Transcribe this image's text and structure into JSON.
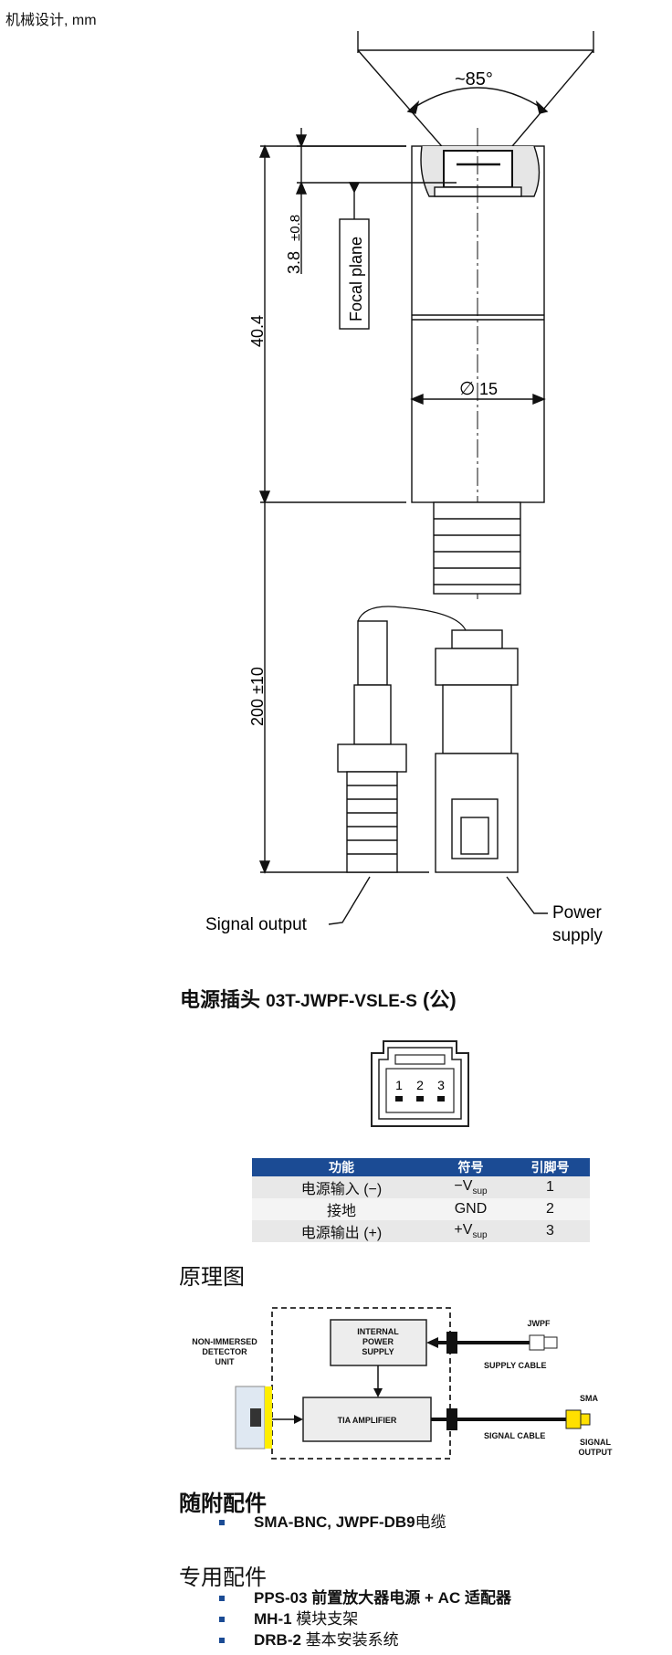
{
  "caption": "机械设计, mm",
  "drawing": {
    "angle_label": "~85°",
    "focal_tol_value": "3.8",
    "focal_tol_suffix": "±0.8",
    "focal_plane_label": "Focal plane",
    "length_label": "40.4",
    "diameter_symbol": "∅",
    "diameter_value": "15",
    "cable_length_label": "200 ±10",
    "signal_output_label": "Signal output",
    "power_supply_line1": "Power",
    "power_supply_line2": "supply"
  },
  "connector": {
    "title_cn": "电源插头",
    "model": "03T-JWPF-VSLE-S",
    "gender": "(公)",
    "pin_labels": [
      "1",
      "2",
      "3"
    ]
  },
  "pin_table": {
    "headers": [
      "功能",
      "符号",
      "引脚号"
    ],
    "rows": [
      {
        "function": "电源输入 (−)",
        "symbol": "−V",
        "symbol_sub": "sup",
        "pin": "1"
      },
      {
        "function": "接地",
        "symbol": "GND",
        "symbol_sub": "",
        "pin": "2"
      },
      {
        "function": "电源输出 (+)",
        "symbol": "+V",
        "symbol_sub": "sup",
        "pin": "3"
      }
    ]
  },
  "principle": {
    "title": "原理图",
    "detector_line1": "NON-IMMERSED",
    "detector_line2": "DETECTOR",
    "detector_line3": "UNIT",
    "power_line1": "INTERNAL",
    "power_line2": "POWER",
    "power_line3": "SUPPLY",
    "tia_label": "TIA AMPLIFIER",
    "jwpf_label": "JWPF",
    "supply_cable_label": "SUPPLY CABLE",
    "sma_label": "SMA",
    "signal_cable_label": "SIGNAL CABLE",
    "signal_output_line1": "SIGNAL",
    "signal_output_line2": "OUTPUT"
  },
  "accessories": {
    "title": "随附配件",
    "items": [
      {
        "bold": "SMA-BNC, JWPF-DB9",
        "rest": "电缆"
      }
    ]
  },
  "special": {
    "title": "专用配件",
    "items": [
      {
        "bold": "PPS-03 前置放大器电源 + AC 适配器",
        "rest": ""
      },
      {
        "bold": "MH-1",
        "rest": " 模块支架"
      },
      {
        "bold": "DRB-2",
        "rest": " 基本安装系统"
      }
    ]
  }
}
